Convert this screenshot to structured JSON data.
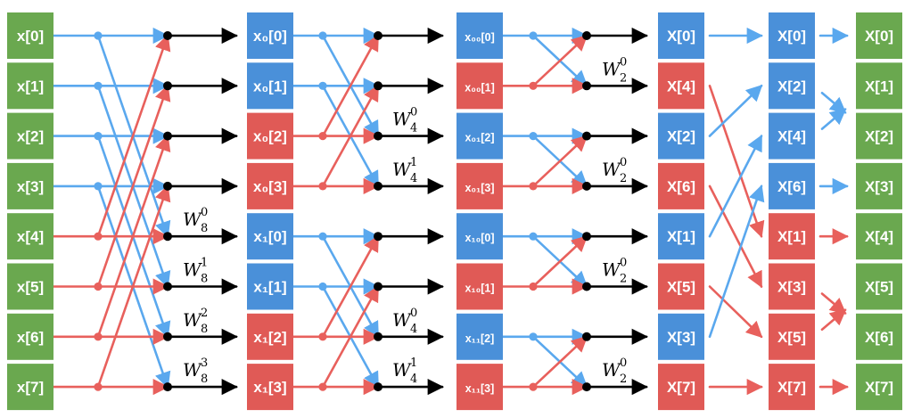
{
  "colors": {
    "green": "#6aa84f",
    "blue": "#4a90d9",
    "red": "#e05a56",
    "blue_line": "#5aa8ee",
    "red_line": "#e8605c",
    "black": "#000000"
  },
  "columns": [
    {
      "id": "input",
      "labels": [
        "x[0]",
        "x[1]",
        "x[2]",
        "x[3]",
        "x[4]",
        "x[5]",
        "x[6]",
        "x[7]"
      ],
      "colors": [
        "green",
        "green",
        "green",
        "green",
        "green",
        "green",
        "green",
        "green"
      ]
    },
    {
      "id": "stage1",
      "labels": [
        "x₀[0]",
        "x₀[1]",
        "x₀[2]",
        "x₀[3]",
        "x₁[0]",
        "x₁[1]",
        "x₁[2]",
        "x₁[3]"
      ],
      "colors": [
        "blue",
        "blue",
        "red",
        "red",
        "blue",
        "blue",
        "red",
        "red"
      ]
    },
    {
      "id": "stage2",
      "labels": [
        "x₀₀[0]",
        "x₀₀[1]",
        "x₀₁[2]",
        "x₀₁[3]",
        "x₁₀[0]",
        "x₁₀[1]",
        "x₁₁[2]",
        "x₁₁[3]"
      ],
      "colors": [
        "blue",
        "red",
        "blue",
        "red",
        "blue",
        "red",
        "blue",
        "red"
      ]
    },
    {
      "id": "stage3",
      "labels": [
        "X[0]",
        "X[4]",
        "X[2]",
        "X[6]",
        "X[1]",
        "X[5]",
        "X[3]",
        "X[7]"
      ],
      "colors": [
        "blue",
        "red",
        "blue",
        "red",
        "blue",
        "red",
        "blue",
        "red"
      ]
    },
    {
      "id": "reordered",
      "labels": [
        "X[0]",
        "X[2]",
        "X[4]",
        "X[6]",
        "X[1]",
        "X[3]",
        "X[5]",
        "X[7]"
      ],
      "colors": [
        "blue",
        "blue",
        "blue",
        "blue",
        "red",
        "red",
        "red",
        "red"
      ]
    },
    {
      "id": "output",
      "labels": [
        "X[0]",
        "X[1]",
        "X[2]",
        "X[3]",
        "X[4]",
        "X[5]",
        "X[6]",
        "X[7]"
      ],
      "colors": [
        "green",
        "green",
        "green",
        "green",
        "green",
        "green",
        "green",
        "green"
      ]
    }
  ],
  "twiddles": {
    "stage1": [
      {
        "row": 4,
        "base": "W",
        "sub": "8",
        "sup": "0"
      },
      {
        "row": 5,
        "base": "W",
        "sub": "8",
        "sup": "1"
      },
      {
        "row": 6,
        "base": "W",
        "sub": "8",
        "sup": "2"
      },
      {
        "row": 7,
        "base": "W",
        "sub": "8",
        "sup": "3"
      }
    ],
    "stage2": [
      {
        "row": 2,
        "base": "W",
        "sub": "4",
        "sup": "0"
      },
      {
        "row": 3,
        "base": "W",
        "sub": "4",
        "sup": "1"
      },
      {
        "row": 6,
        "base": "W",
        "sub": "4",
        "sup": "0"
      },
      {
        "row": 7,
        "base": "W",
        "sub": "4",
        "sup": "1"
      }
    ],
    "stage3": [
      {
        "row": 1,
        "base": "W",
        "sub": "2",
        "sup": "0"
      },
      {
        "row": 3,
        "base": "W",
        "sub": "2",
        "sup": "0"
      },
      {
        "row": 5,
        "base": "W",
        "sub": "2",
        "sup": "0"
      },
      {
        "row": 7,
        "base": "W",
        "sub": "2",
        "sup": "0"
      }
    ]
  },
  "butterflies": {
    "stage1": {
      "span": 4,
      "groups": [
        [
          0,
          1,
          2,
          3
        ]
      ]
    },
    "stage2": {
      "span": 2,
      "groups": [
        [
          0,
          1
        ],
        [
          4,
          5
        ]
      ]
    },
    "stage3": {
      "span": 1,
      "groups": [
        [
          0
        ],
        [
          2
        ],
        [
          4
        ],
        [
          6
        ]
      ]
    }
  },
  "bitreverse": [
    {
      "from": 0,
      "to": 0
    },
    {
      "from": 1,
      "to": 4
    },
    {
      "from": 2,
      "to": 1
    },
    {
      "from": 3,
      "to": 5
    },
    {
      "from": 4,
      "to": 2
    },
    {
      "from": 5,
      "to": 6
    },
    {
      "from": 6,
      "to": 3
    },
    {
      "from": 7,
      "to": 7
    }
  ],
  "final_map": [
    {
      "from": 0,
      "to": 0,
      "type": "straight"
    },
    {
      "from": 1,
      "to": 2,
      "type": "cross"
    },
    {
      "from": 2,
      "to": 1,
      "type": "cross"
    },
    {
      "from": 3,
      "to": 3,
      "type": "straight"
    },
    {
      "from": 4,
      "to": 4,
      "type": "straight"
    },
    {
      "from": 5,
      "to": 6,
      "type": "cross"
    },
    {
      "from": 6,
      "to": 5,
      "type": "cross"
    },
    {
      "from": 7,
      "to": 7,
      "type": "straight"
    }
  ]
}
